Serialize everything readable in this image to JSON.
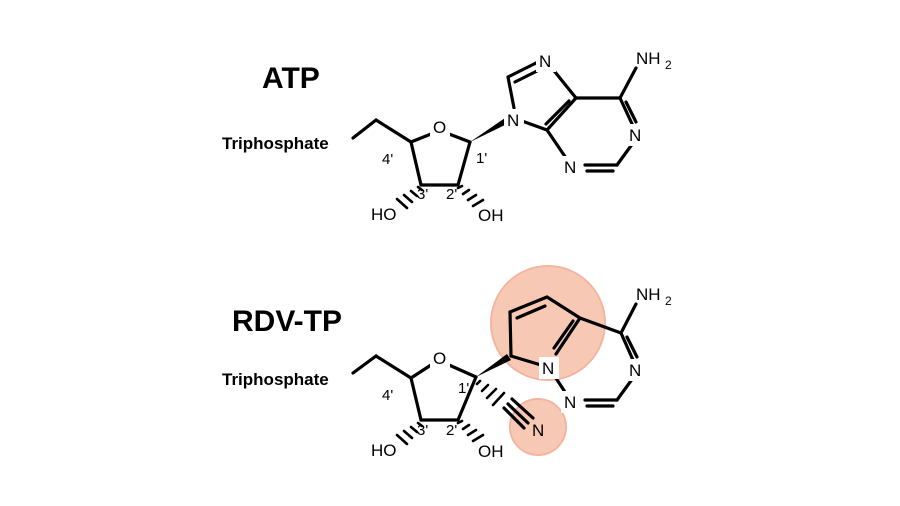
{
  "molecules": [
    {
      "name": "ATP",
      "substituent": "Triphosphate",
      "ring_oxygen": "O",
      "positions": [
        "4'",
        "3'",
        "2'",
        "1'"
      ],
      "hydroxyls": [
        "HO",
        "OH"
      ],
      "base_atoms": {
        "n9": "N",
        "n7": "N",
        "n1": "N",
        "n3": "N",
        "amine": "NH",
        "amine_sub": "2"
      }
    },
    {
      "name": "RDV-TP",
      "substituent": "Triphosphate",
      "ring_oxygen": "O",
      "positions": [
        "4'",
        "3'",
        "2'",
        "1'"
      ],
      "hydroxyls": [
        "HO",
        "OH"
      ],
      "cyano": "N",
      "base_atoms": {
        "n_bridge": "N",
        "n_ring": "N",
        "n_low": "N",
        "amine": "NH",
        "amine_sub": "2"
      }
    }
  ],
  "colors": {
    "highlight": "#f7c9b5",
    "ink": "#000000"
  }
}
